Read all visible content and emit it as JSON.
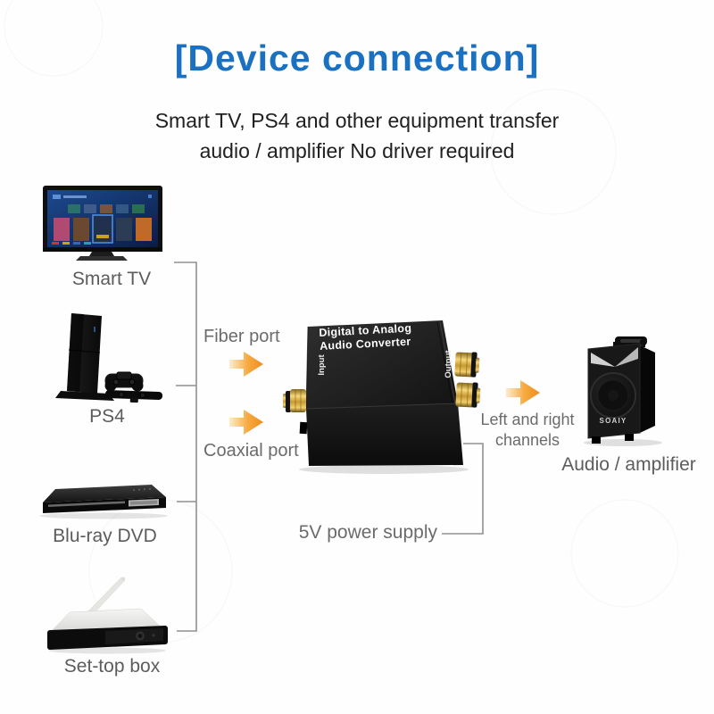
{
  "header": {
    "title": "[Device connection]",
    "subtitle_line1": "Smart TV, PS4 and other equipment transfer",
    "subtitle_line2": "audio / amplifier No driver required"
  },
  "source_devices": {
    "smart_tv": "Smart TV",
    "ps4": "PS4",
    "bluray": "Blu-ray DVD",
    "settop": "Set-top box"
  },
  "converter": {
    "name_line1": "Digital to Analog",
    "name_line2": "Audio Converter",
    "input": "Input",
    "output": "Output"
  },
  "labels": {
    "fiber": "Fiber port",
    "coaxial": "Coaxial port",
    "channels_line1": "Left and right",
    "channels_line2": "channels",
    "power": "5V power supply",
    "amplifier": "Audio / amplifier"
  },
  "speaker": {
    "brand": "SOAIY"
  },
  "palette": {
    "title_blue": "#1a71c1",
    "arrow_orange": "#f0922a",
    "line_gray": "#909090",
    "label_gray": "#5c5c5c"
  }
}
